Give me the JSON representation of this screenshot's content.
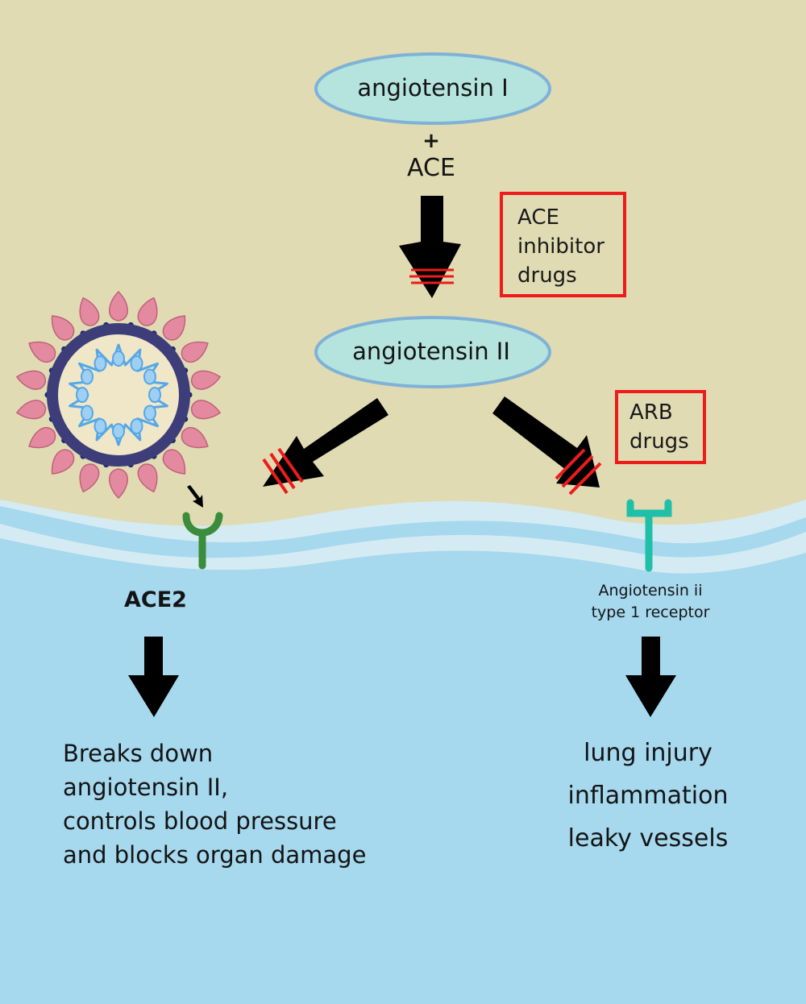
{
  "colors": {
    "outside_bg": "#e0dbb3",
    "membrane": "#d4ebf3",
    "inside_bg": "#a6d8ee",
    "ellipse_fill": "#b5e4df",
    "ellipse_stroke": "#7fb2d6",
    "arrow": "#000000",
    "block_mark": "#ee1b1b",
    "ace2_receptor": "#3b8c3b",
    "at1_receptor": "#1fbfa8",
    "virus_shell": "#3d3d7a",
    "virus_spike": "#e48aa0",
    "virus_rna": "#55a8e8"
  },
  "nodes": {
    "angiotensin_1": "angiotensin I",
    "plus": "+",
    "ace": "ACE",
    "angiotensin_2": "angiotensin II"
  },
  "drug_boxes": {
    "ace_inhibitor": "ACE\ninhibitor\ndrugs",
    "arb": "ARB\ndrugs"
  },
  "receptors": {
    "ace2": "ACE2",
    "at1_line1": "Angiotensin ii",
    "at1_line2": "type 1 receptor"
  },
  "outcomes": {
    "left": [
      "Breaks down",
      "angiotensin II,",
      "controls blood pressure",
      "and blocks organ damage"
    ],
    "right": [
      "lung injury",
      "inflammation",
      "leaky vessels"
    ]
  }
}
